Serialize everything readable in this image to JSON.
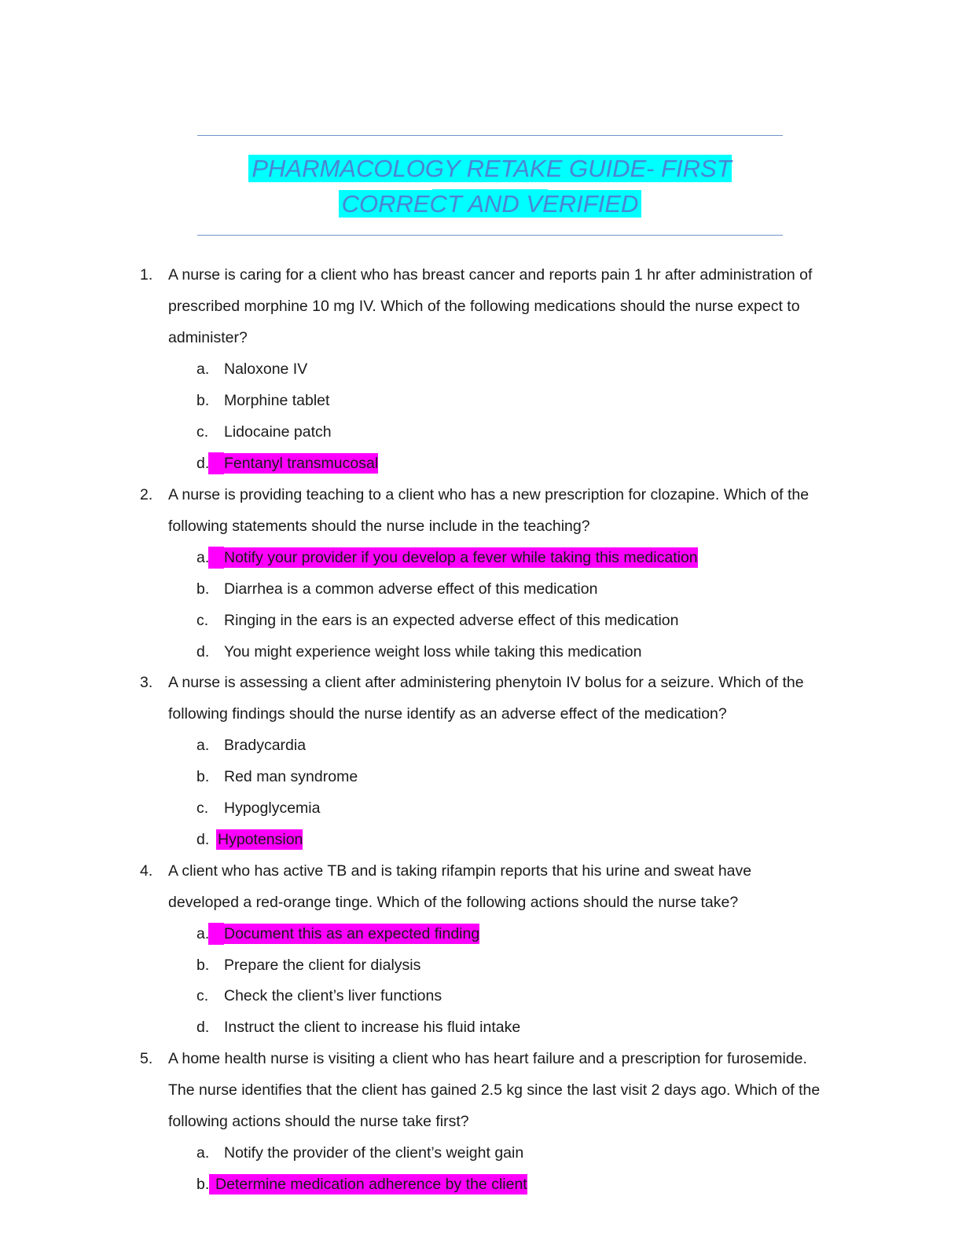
{
  "document": {
    "title_line_1": "PHARMACOLOGY RETAKE GUIDE- FIRST ATTEMPT",
    "title_line_2": "CORRECT AND VERIFIED"
  },
  "colors": {
    "title_highlight": "#00ffff",
    "answer_highlight": "#ff00ff",
    "title_text": "#4a86d4"
  },
  "questions": [
    {
      "number": "1.",
      "lines": [
        "A nurse is caring for a client who has breast cancer and reports pain 1 hr after administration of",
        "prescribed morphine 10 mg IV. Which of the following medications should the nurse expect to",
        "administer?"
      ],
      "options": [
        {
          "letter": "a.",
          "text": "Naloxone IV",
          "highlighted": false
        },
        {
          "letter": "b.",
          "text": "Morphine tablet",
          "highlighted": false
        },
        {
          "letter": "c.",
          "text": "Lidocaine patch",
          "highlighted": false
        },
        {
          "letter": "d.",
          "text": "Fentanyl transmucosal",
          "highlighted": true
        }
      ]
    },
    {
      "number": "2.",
      "lines": [
        "A nurse is providing teaching to a client who has a new prescription for clozapine. Which of the",
        "following statements should the nurse include in the teaching?"
      ],
      "options": [
        {
          "letter": "a.",
          "text": "Notify your provider if you develop a fever while taking this medication",
          "highlighted": true
        },
        {
          "letter": "b.",
          "text": "Diarrhea is a common adverse effect of this medication",
          "highlighted": false
        },
        {
          "letter": "c.",
          "text": "Ringing in the ears is an expected adverse effect of this medication",
          "highlighted": false
        },
        {
          "letter": "d.",
          "text": "You might experience weight loss while taking this medication",
          "highlighted": false
        }
      ]
    },
    {
      "number": "3.",
      "lines": [
        "A nurse is assessing a client after administering phenytoin IV bolus for a seizure. Which of the",
        "following findings should the nurse identify as an adverse effect of the medication?"
      ],
      "options": [
        {
          "letter": "a.",
          "text": "Bradycardia",
          "highlighted": false
        },
        {
          "letter": "b.",
          "text": "Red man syndrome",
          "highlighted": false
        },
        {
          "letter": "c.",
          "text": "Hypoglycemia",
          "highlighted": false
        },
        {
          "letter": "d.",
          "text": "Hypotension",
          "highlighted": true
        }
      ]
    },
    {
      "number": "4.",
      "lines": [
        "A client who has active TB and is taking rifampin reports that his urine and sweat have",
        "developed a red-orange tinge. Which of the following actions should the nurse take?"
      ],
      "options": [
        {
          "letter": "a.",
          "text": "Document this as an expected finding",
          "highlighted": true
        },
        {
          "letter": "b.",
          "text": "Prepare the client for dialysis",
          "highlighted": false
        },
        {
          "letter": "c.",
          "text": "Check the client’s liver functions",
          "highlighted": false
        },
        {
          "letter": "d.",
          "text": "Instruct the client to increase his fluid intake",
          "highlighted": false
        }
      ]
    },
    {
      "number": "5.",
      "lines": [
        "A home health nurse is visiting a client who has heart failure and a prescription for furosemide.",
        "The nurse identifies that the client has gained 2.5 kg since the last visit 2 days ago. Which of the",
        "following actions should the nurse take first?"
      ],
      "options": [
        {
          "letter": "a.",
          "text": "Notify the provider of the client’s weight gain",
          "highlighted": false
        },
        {
          "letter": "b.",
          "text": "Determine medication adherence by the client",
          "highlighted": true
        }
      ]
    }
  ]
}
